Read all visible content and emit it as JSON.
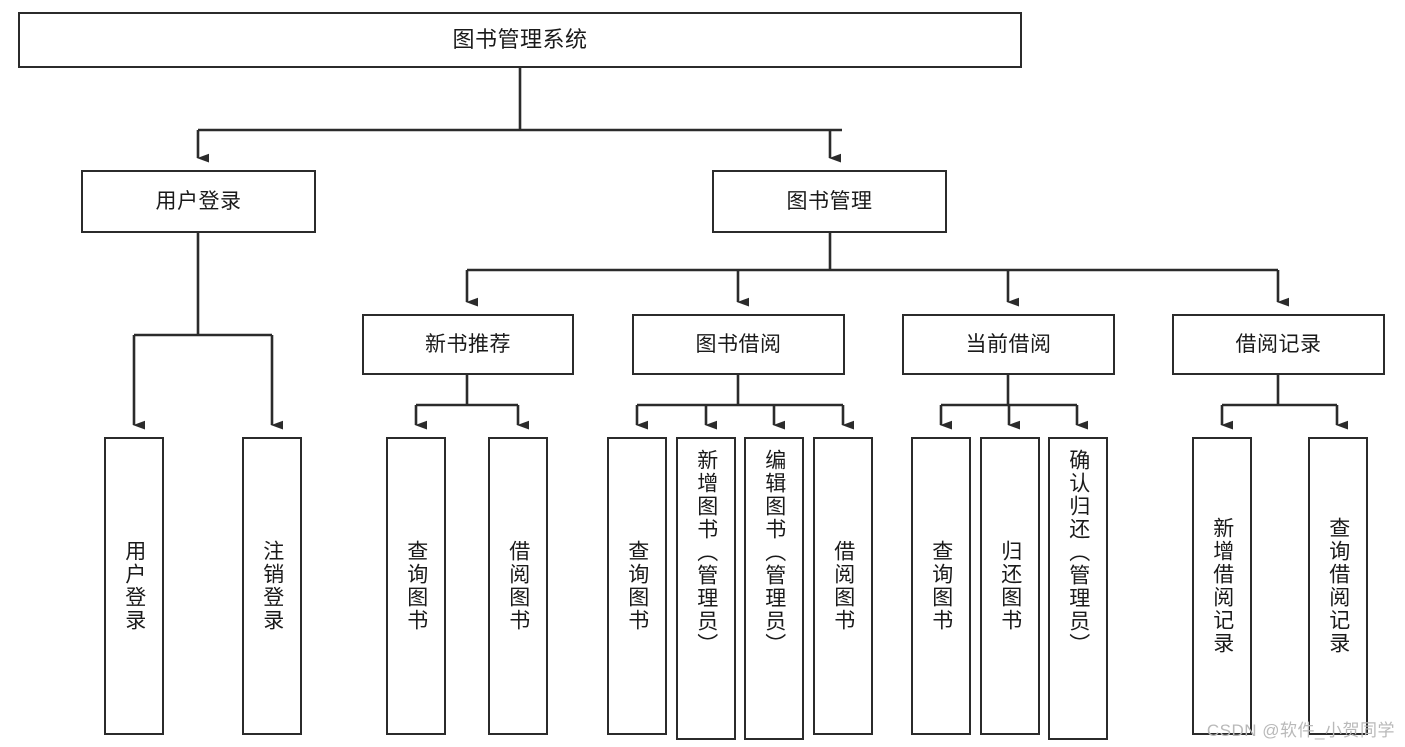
{
  "diagram": {
    "type": "hierarchy-tree",
    "title": "图书管理系统",
    "orientation": "top-down",
    "colors": {
      "box_border": "#2b2b2b",
      "box_fill": "#ffffff",
      "connector": "#2b2b2b",
      "text": "#1a1a1a",
      "watermark": "#b9b9b9",
      "background": "#ffffff"
    },
    "nodes": {
      "root": {
        "label": "图书管理系统"
      },
      "level2": [
        {
          "id": "user-login",
          "label": "用户登录"
        },
        {
          "id": "book-manage",
          "label": "图书管理"
        }
      ],
      "level3": [
        {
          "id": "new-book-recommend",
          "label": "新书推荐"
        },
        {
          "id": "book-borrow",
          "label": "图书借阅"
        },
        {
          "id": "current-borrow",
          "label": "当前借阅"
        },
        {
          "id": "borrow-record",
          "label": "借阅记录"
        }
      ],
      "leaves": {
        "user-login": [
          {
            "id": "leaf-user-login",
            "label": "用户登录"
          },
          {
            "id": "leaf-logout",
            "label": "注销登录"
          }
        ],
        "new-book-recommend": [
          {
            "id": "leaf-query-book-1",
            "label": "查询图书"
          },
          {
            "id": "leaf-borrow-book-1",
            "label": "借阅图书"
          }
        ],
        "book-borrow": [
          {
            "id": "leaf-query-book-2",
            "label": "查询图书"
          },
          {
            "id": "leaf-add-book",
            "label": "新增图书（管理员）"
          },
          {
            "id": "leaf-edit-book",
            "label": "编辑图书（管理员）"
          },
          {
            "id": "leaf-borrow-book-2",
            "label": "借阅图书"
          }
        ],
        "current-borrow": [
          {
            "id": "leaf-query-book-3",
            "label": "查询图书"
          },
          {
            "id": "leaf-return-book",
            "label": "归还图书"
          },
          {
            "id": "leaf-confirm-return",
            "label": "确认归还（管理员）"
          }
        ],
        "borrow-record": [
          {
            "id": "leaf-add-record",
            "label": "新增借阅记录"
          },
          {
            "id": "leaf-query-record",
            "label": "查询借阅记录"
          }
        ]
      }
    }
  },
  "watermark": {
    "text": "CSDN @软件_小贺同学"
  }
}
